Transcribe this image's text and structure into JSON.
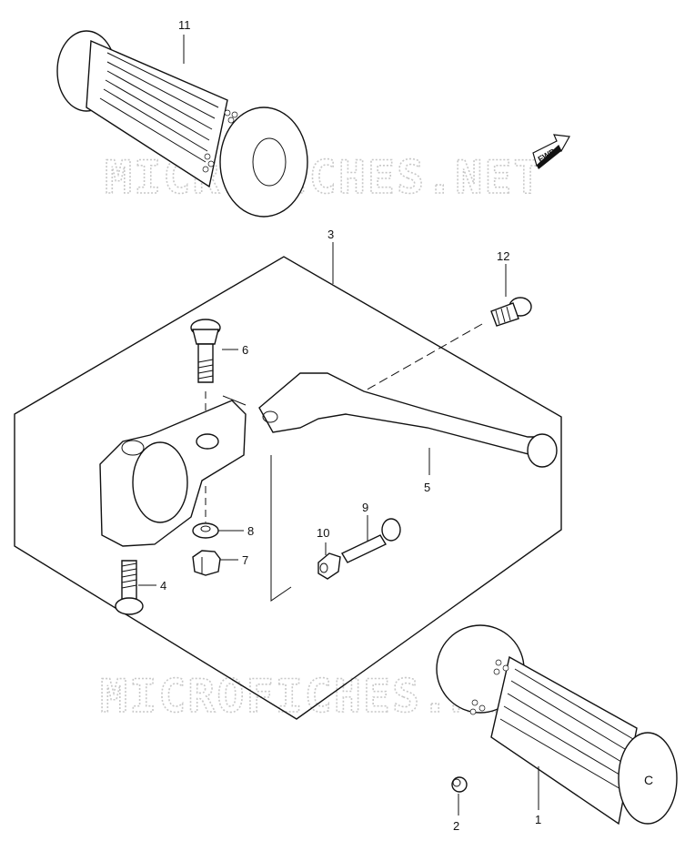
{
  "watermark": "MICROFICHES.NET",
  "fwd_arrow": {
    "label": "FWD"
  },
  "callouts": [
    {
      "id": "label-11",
      "text": "11"
    },
    {
      "id": "label-3",
      "text": "3"
    },
    {
      "id": "label-12",
      "text": "12"
    },
    {
      "id": "label-6",
      "text": "6"
    },
    {
      "id": "label-5",
      "text": "5"
    },
    {
      "id": "label-9",
      "text": "9"
    },
    {
      "id": "label-10",
      "text": "10"
    },
    {
      "id": "label-8",
      "text": "8"
    },
    {
      "id": "label-7",
      "text": "7"
    },
    {
      "id": "label-4",
      "text": "4"
    },
    {
      "id": "label-2",
      "text": "2"
    },
    {
      "id": "label-1",
      "text": "1"
    }
  ]
}
